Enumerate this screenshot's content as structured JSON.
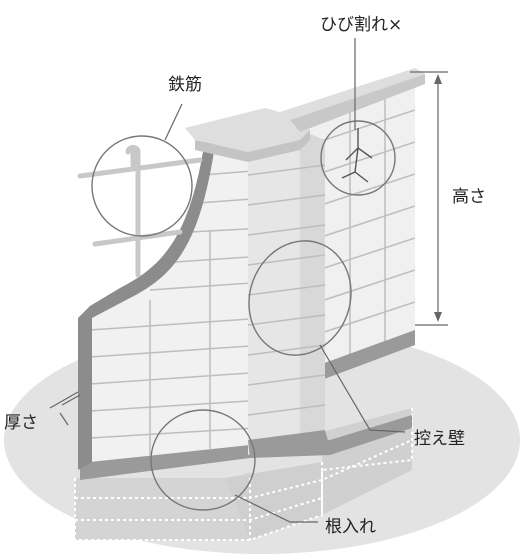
{
  "labels": {
    "crack": "ひび割れ×",
    "rebar": "鉄筋",
    "height": "高さ",
    "thickness": "厚さ",
    "buttress": "控え壁",
    "embedment": "根入れ"
  }
}
